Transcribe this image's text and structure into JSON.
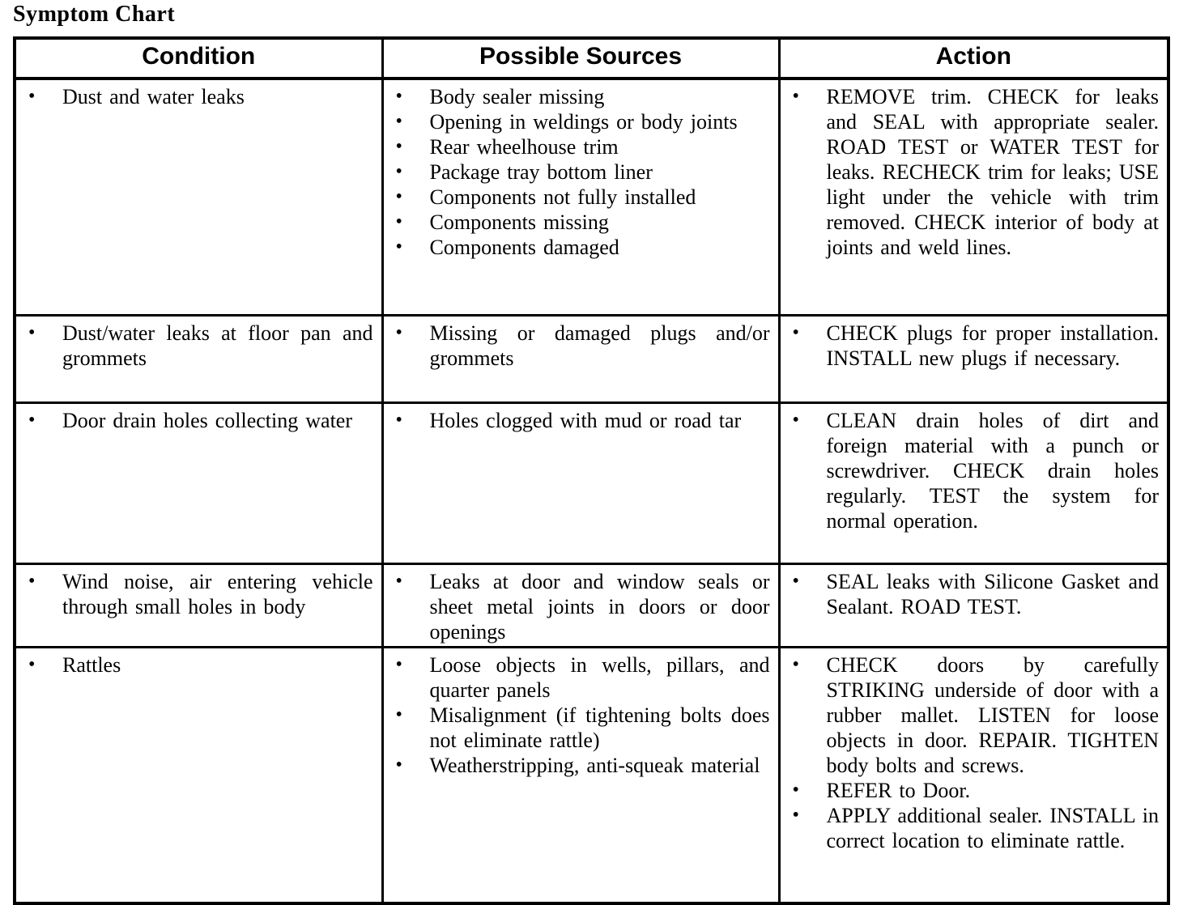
{
  "title": "Symptom Chart",
  "ui": {
    "bullet": "•",
    "border_color": "#000000",
    "background_color": "#ffffff",
    "text_color": "#000000"
  },
  "table": {
    "headers": [
      "Condition",
      "Possible Sources",
      "Action"
    ],
    "rows": [
      {
        "condition": [
          "Dust and water leaks"
        ],
        "sources": [
          "Body sealer missing",
          "Opening in weldings or body joints",
          "Rear wheelhouse trim",
          "Package tray bottom liner",
          "Components not fully installed",
          "Components missing",
          "Components damaged"
        ],
        "action": [
          "REMOVE trim. CHECK for leaks and SEAL with appropriate sealer. ROAD TEST or WATER TEST for leaks. RECHECK trim for leaks; USE light under the vehicle with trim removed. CHECK interior of body at joints and weld lines."
        ]
      },
      {
        "condition": [
          "Dust/water leaks at floor pan and grommets"
        ],
        "sources": [
          "Missing or damaged plugs and/or grommets"
        ],
        "action": [
          "CHECK plugs for proper installation. INSTALL new plugs if necessary."
        ]
      },
      {
        "condition": [
          "Door drain holes collecting water"
        ],
        "sources": [
          "Holes clogged with mud or road tar"
        ],
        "action": [
          "CLEAN drain holes of dirt and foreign material with a punch or screwdriver. CHECK drain holes regularly. TEST the system for normal operation."
        ]
      },
      {
        "condition": [
          "Wind noise, air entering vehicle through small holes in body"
        ],
        "sources": [
          "Leaks at door and window seals or sheet metal joints in doors or door openings"
        ],
        "action": [
          "SEAL leaks with Silicone Gasket and Sealant. ROAD TEST."
        ]
      },
      {
        "condition": [
          "Rattles"
        ],
        "sources": [
          "Loose objects in wells, pillars, and quarter panels",
          "Misalignment (if tightening bolts does not eliminate rattle)",
          "Weatherstripping, anti-squeak material"
        ],
        "action": [
          "CHECK doors by carefully STRIKING underside of door with a rubber mallet. LISTEN for loose objects in door. REPAIR. TIGHTEN body bolts and screws.",
          "REFER to Door.",
          "APPLY additional sealer. INSTALL in correct location to eliminate rattle."
        ]
      }
    ]
  }
}
